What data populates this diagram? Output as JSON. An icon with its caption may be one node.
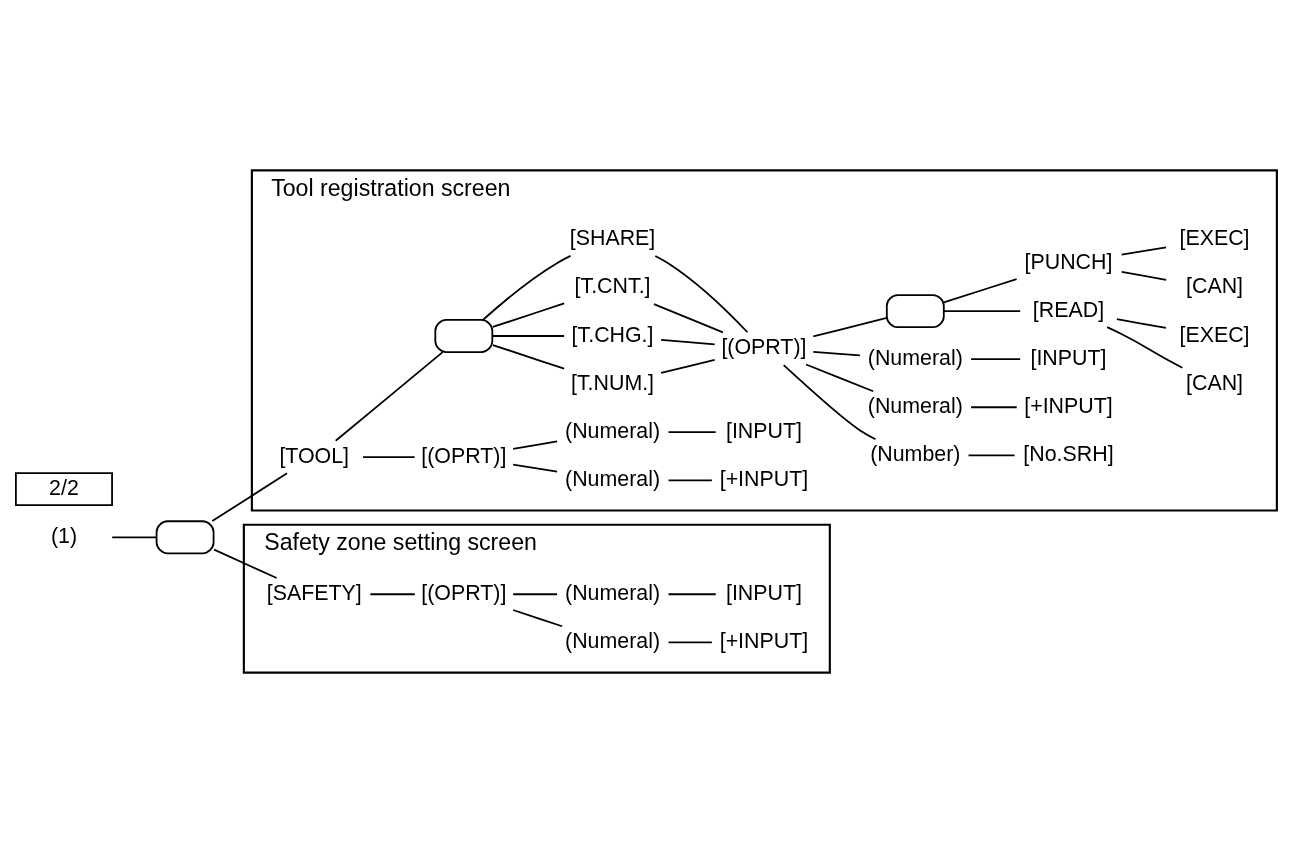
{
  "diagram": {
    "nodes": [
      {
        "text": [
          "(1)"
        ]
      },
      {
        "text": [],
        "shape": "box"
      },
      {
        "text": [
          "Tool registration screen"
        ]
      },
      {
        "text": [
          "[TOOL]"
        ],
        "in": 2
      },
      {
        "text": [
          "[(OPRT)]"
        ],
        "in": 2
      },
      {
        "text": [
          "(Numeral)"
        ],
        "in": 2
      },
      {
        "text": [
          "[+INPUT]"
        ],
        "in": 2
      },
      {
        "text": [
          "(Numeral)"
        ],
        "in": 2
      },
      {
        "text": [
          "[INPUT]"
        ],
        "in": 2
      },
      {
        "text": [],
        "shape": "box",
        "in": 2
      },
      {
        "text": [
          "[T.NUM.]"
        ],
        "in": 2
      },
      {
        "text": [
          "[T.CHG.]"
        ],
        "in": 2
      },
      {
        "text": [
          "[T.CNT.]"
        ],
        "in": 2
      },
      {
        "text": [
          "[SHARE]"
        ],
        "in": 2
      },
      {
        "text": [
          "[(OPRT)]"
        ],
        "in": 2
      },
      {
        "text": [
          "(Number)"
        ],
        "in": 2
      },
      {
        "text": [
          "[No.SRH]"
        ],
        "in": 2
      },
      {
        "text": [
          "(Numeral)"
        ],
        "in": 2
      },
      {
        "text": [
          "[+INPUT]"
        ],
        "in": 2
      },
      {
        "text": [
          "(Numeral)"
        ],
        "in": 2
      },
      {
        "text": [
          "[INPUT]"
        ],
        "in": 2
      },
      {
        "text": [],
        "shape": "box",
        "in": 2
      },
      {
        "text": [
          "[READ]"
        ],
        "in": 2
      },
      {
        "text": [
          "[CAN]"
        ],
        "in": 2
      },
      {
        "text": [
          "[EXEC]"
        ],
        "in": 2
      },
      {
        "text": [
          "[PUNCH]"
        ],
        "in": 2
      },
      {
        "text": [
          "[CAN]"
        ],
        "in": 2
      },
      {
        "text": [
          "[EXEC]"
        ],
        "in": 2
      },
      {
        "text": [
          "Safety zone setting screen"
        ]
      },
      {
        "text": [
          "[SAFETY]"
        ],
        "in": 28
      },
      {
        "text": [
          "[(OPRT)]"
        ],
        "in": 28
      },
      {
        "text": [
          "(Numeral)"
        ],
        "in": 28
      },
      {
        "text": [
          "[+INPUT]"
        ],
        "in": 28
      },
      {
        "text": [
          "(Numeral)"
        ],
        "in": 28
      },
      {
        "text": [
          "[INPUT]"
        ],
        "in": 28
      }
    ],
    "edges": [
      {
        "from": 0,
        "to": 1,
        "arrow": "none"
      },
      {
        "from": 1,
        "to": 3,
        "arrow": "none"
      },
      {
        "from": 1,
        "to": 29,
        "arrow": "none"
      },
      {
        "from": 3,
        "to": 4,
        "arrow": "none"
      },
      {
        "from": 4,
        "to": 5,
        "arrow": "none"
      },
      {
        "from": 5,
        "to": 6,
        "arrow": "none"
      },
      {
        "from": 4,
        "to": 7,
        "arrow": "none"
      },
      {
        "from": 7,
        "to": 8,
        "arrow": "none"
      },
      {
        "from": 3,
        "to": 9,
        "arrow": "none"
      },
      {
        "from": 9,
        "to": 10,
        "arrow": "none"
      },
      {
        "from": 9,
        "to": 11,
        "arrow": "none"
      },
      {
        "from": 9,
        "to": 12,
        "arrow": "none"
      },
      {
        "from": 9,
        "to": 13,
        "arrow": "none"
      },
      {
        "from": 10,
        "to": 14,
        "arrow": "none"
      },
      {
        "from": 11,
        "to": 14,
        "arrow": "none"
      },
      {
        "from": 12,
        "to": 14,
        "arrow": "none"
      },
      {
        "from": 13,
        "to": 14,
        "arrow": "none"
      },
      {
        "from": 14,
        "to": 15,
        "arrow": "none"
      },
      {
        "from": 15,
        "to": 16,
        "arrow": "none"
      },
      {
        "from": 14,
        "to": 17,
        "arrow": "none"
      },
      {
        "from": 17,
        "to": 18,
        "arrow": "none"
      },
      {
        "from": 14,
        "to": 19,
        "arrow": "none"
      },
      {
        "from": 19,
        "to": 20,
        "arrow": "none"
      },
      {
        "from": 14,
        "to": 21,
        "arrow": "none"
      },
      {
        "from": 21,
        "to": 22,
        "arrow": "none"
      },
      {
        "from": 22,
        "to": 23,
        "arrow": "none"
      },
      {
        "from": 22,
        "to": 24,
        "arrow": "none"
      },
      {
        "from": 21,
        "to": 25,
        "arrow": "none"
      },
      {
        "from": 25,
        "to": 26,
        "arrow": "none"
      },
      {
        "from": 25,
        "to": 27,
        "arrow": "none"
      },
      {
        "from": 29,
        "to": 30,
        "arrow": "none"
      },
      {
        "from": 30,
        "to": 31,
        "arrow": "none"
      },
      {
        "from": 31,
        "to": 32,
        "arrow": "none"
      },
      {
        "from": 30,
        "to": 33,
        "arrow": "none"
      },
      {
        "from": 33,
        "to": 34,
        "arrow": "none"
      }
    ],
    "labels": [
      "2/2"
    ]
  }
}
